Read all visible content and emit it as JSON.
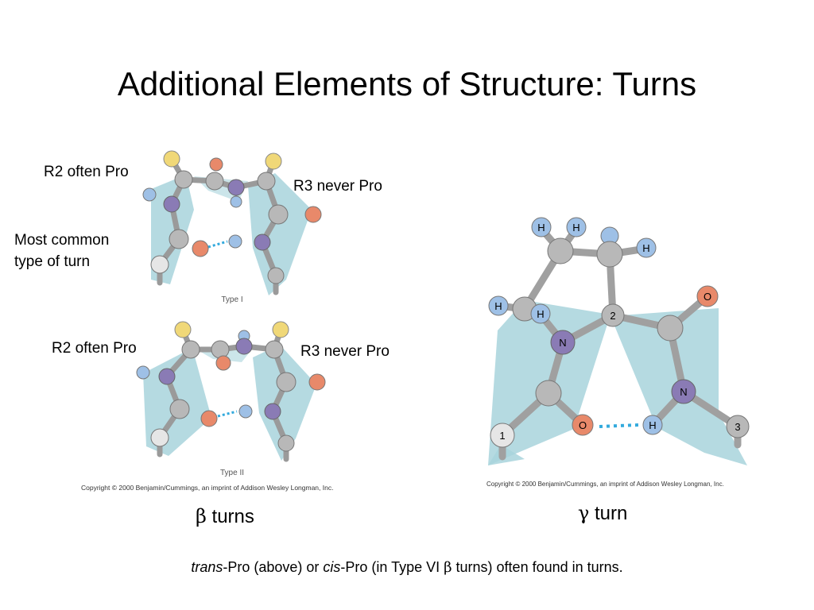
{
  "title": "Additional Elements of Structure: Turns",
  "labels": {
    "type1_r2": "R2 often Pro",
    "type1_r3": "R3 never Pro",
    "most_common_line1": "Most common",
    "most_common_line2": "type of turn",
    "type2_r2": "R2 often Pro",
    "type2_r3": "R3 never Pro"
  },
  "figures": {
    "type1_caption": "Type I",
    "type2_caption": "Type II",
    "copyright_beta": "Copyright © 2000 Benjamin/Cummings, an imprint of Addison Wesley Longman, Inc.",
    "copyright_gamma": "Copyright © 2000 Benjamin/Cummings, an imprint of Addison Wesley Longman, Inc."
  },
  "captions": {
    "beta_symbol": "β",
    "beta_text": " turns",
    "gamma_symbol": "γ",
    "gamma_text": " turn"
  },
  "footnote": {
    "trans": "trans",
    "part1": "-Pro (above) or ",
    "cis": "cis",
    "part2": "-Pro (in Type VI ",
    "beta": "β",
    "part3": " turns) often found in turns."
  },
  "colors": {
    "ribbon": "#a8d4dc",
    "carbon": "#b8b8b8",
    "nitrogen": "#8a7bb5",
    "oxygen": "#e8896a",
    "hydrogen": "#9ec0e6",
    "r_group": "#f0d878",
    "hbond": "#33aadd"
  }
}
